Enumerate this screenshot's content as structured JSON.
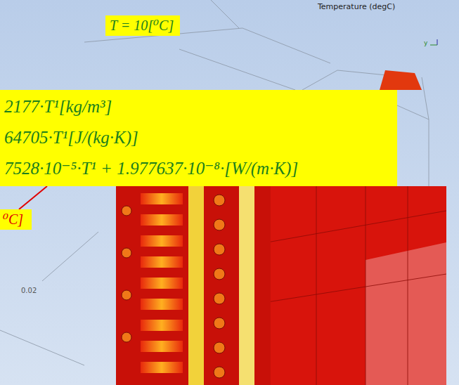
{
  "diagram": {
    "nodes": [
      {
        "text": [
          "T = 10[⁰C]"
        ]
      },
      {
        "text": [
          "2177·T¹[kg/m³]",
          "64705·T¹[J/(kg·K)]",
          "7528·10⁻⁵·T¹ + 1.977637·10⁻⁸·[W/(m·K)]"
        ]
      },
      {
        "text": [
          "⁰C]"
        ]
      }
    ],
    "edges": [
      {
        "from": 2,
        "to": 1,
        "arrow": "none"
      }
    ],
    "labels": [
      "Temperature (degC)",
      "0.02",
      "y"
    ]
  }
}
